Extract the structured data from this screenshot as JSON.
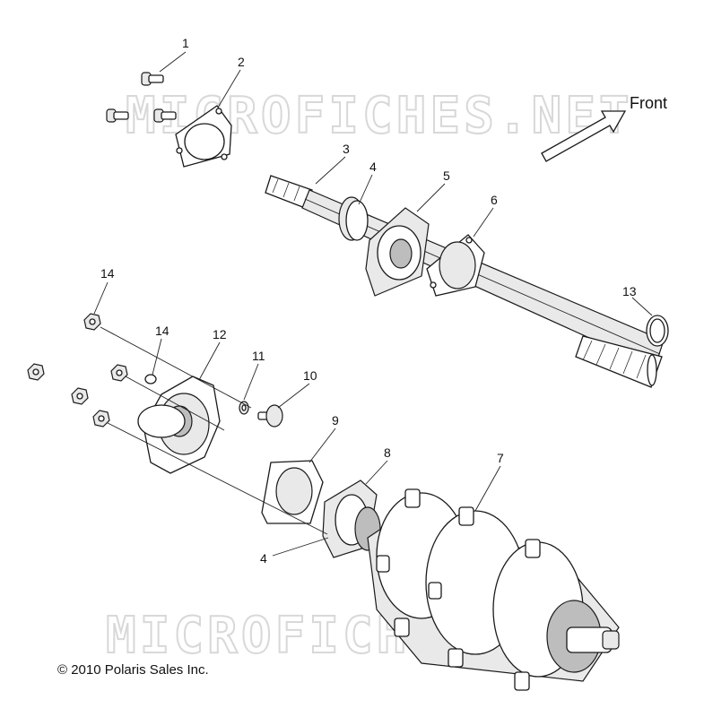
{
  "watermarks": [
    "MICROFICHES.NET",
    "MICROFICHES.NET"
  ],
  "front_label": "Front",
  "copyright": "© 2010 Polaris Sales Inc.",
  "callouts": {
    "c1": "1",
    "c2": "2",
    "c3": "3",
    "c4a": "4",
    "c5": "5",
    "c6": "6",
    "c7": "7",
    "c8": "8",
    "c9": "9",
    "c10": "10",
    "c11": "11",
    "c12": "12",
    "c13": "13",
    "c14a": "14",
    "c14b": "14",
    "c4b": "4"
  }
}
